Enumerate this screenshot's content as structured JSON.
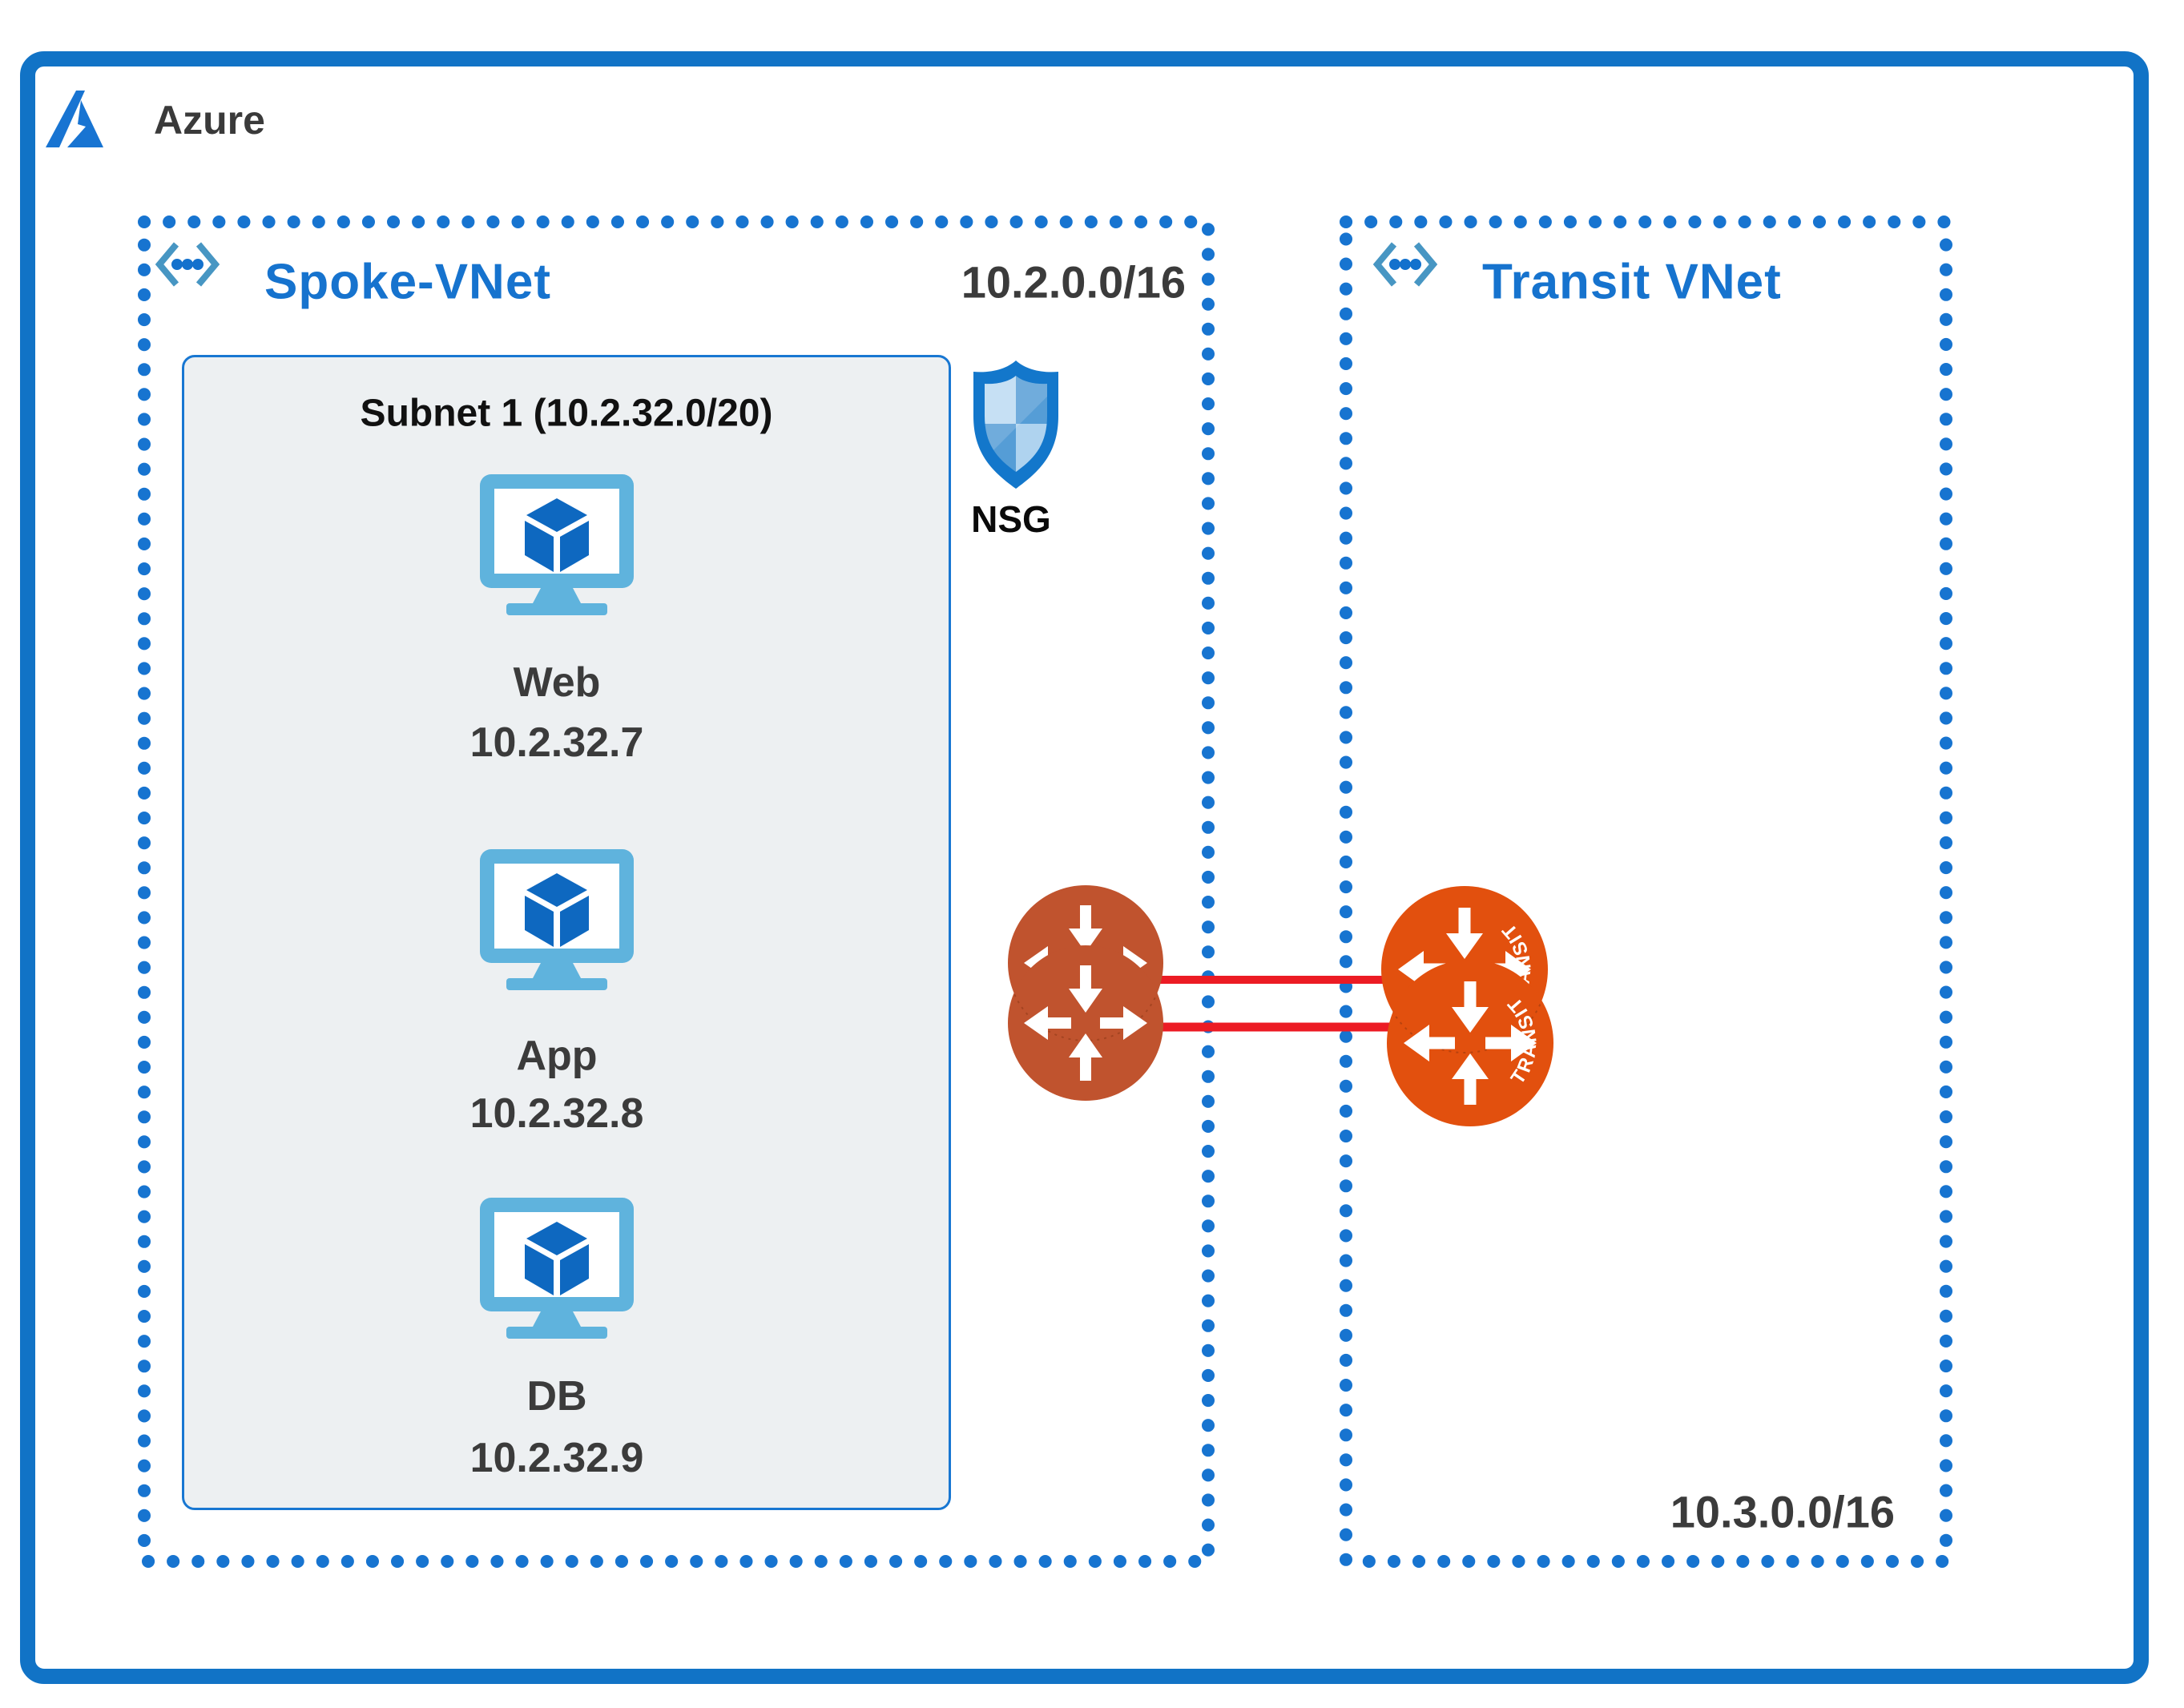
{
  "azure": {
    "label": "Azure"
  },
  "spoke_vnet": {
    "title": "Spoke-VNet",
    "cidr": "10.2.0.0/16"
  },
  "transit_vnet": {
    "title": "Transit VNet",
    "cidr": "10.3.0.0/16"
  },
  "subnet": {
    "title": "Subnet 1 (10.2.32.0/20)",
    "vms": [
      {
        "name": "Web",
        "ip": "10.2.32.7"
      },
      {
        "name": "App",
        "ip": "10.2.32.8"
      },
      {
        "name": "DB",
        "ip": "10.2.32.9"
      }
    ]
  },
  "nsg": {
    "label": "NSG"
  },
  "gateways": {
    "transit_label": "TRANSIT"
  },
  "icons": {
    "azure_logo": "azure-triangle-logo",
    "vnet": "angle-brackets-with-three-dots",
    "nsg": "checkered-shield",
    "vm": "monitor-with-3d-cube",
    "gateway": "orange-circle-four-arrows-router"
  },
  "colors": {
    "border_blue": "#1173C6",
    "dot_blue": "#1774D0",
    "title_blue": "#1673CE",
    "text_dark": "#3b3b3b",
    "subnet_fill": "#EDF0F2",
    "vm_monitor": "#5FB3DD",
    "vm_cube": "#0E68C0",
    "nsg_border": "#1377CB",
    "nsg_light": "#BCDAF2",
    "nsg_medium": "#559DD6",
    "gateway_left_orange": "#C0532E",
    "gateway_right_orange": "#E2500E",
    "peering_red": "#EC1B24"
  }
}
